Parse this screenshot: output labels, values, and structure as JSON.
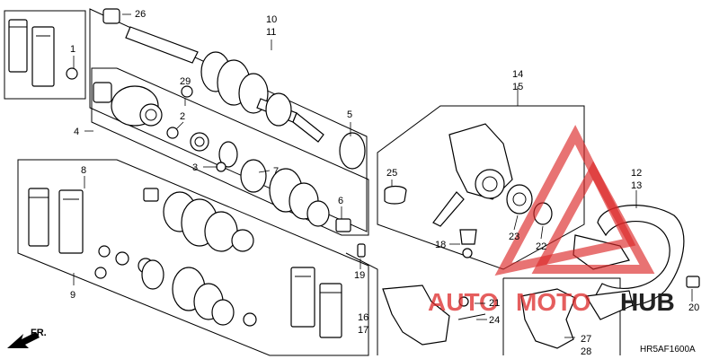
{
  "diagram": {
    "code": "HR5AF1600A",
    "direction_label": "FR.",
    "watermark": {
      "part1": "AUTO",
      "part2": "MOTO",
      "part3": "HUB",
      "color_main": "#e02a2a",
      "color_accent": "#111111"
    },
    "callouts": [
      {
        "id": "c1",
        "text": "1"
      },
      {
        "id": "c2",
        "text": "2"
      },
      {
        "id": "c3",
        "text": "3"
      },
      {
        "id": "c4",
        "text": "4"
      },
      {
        "id": "c5",
        "text": "5"
      },
      {
        "id": "c6",
        "text": "6"
      },
      {
        "id": "c7",
        "text": "7"
      },
      {
        "id": "c8",
        "text": "8"
      },
      {
        "id": "c9",
        "text": "9"
      },
      {
        "id": "c10",
        "text": "10"
      },
      {
        "id": "c11",
        "text": "11"
      },
      {
        "id": "c12",
        "text": "12"
      },
      {
        "id": "c13",
        "text": "13"
      },
      {
        "id": "c14",
        "text": "14"
      },
      {
        "id": "c15",
        "text": "15"
      },
      {
        "id": "c16",
        "text": "16"
      },
      {
        "id": "c17",
        "text": "17"
      },
      {
        "id": "c18",
        "text": "18"
      },
      {
        "id": "c19",
        "text": "19"
      },
      {
        "id": "c20",
        "text": "20"
      },
      {
        "id": "c21",
        "text": "21"
      },
      {
        "id": "c22",
        "text": "22"
      },
      {
        "id": "c23",
        "text": "23"
      },
      {
        "id": "c24",
        "text": "24"
      },
      {
        "id": "c25",
        "text": "25"
      },
      {
        "id": "c26",
        "text": "26"
      },
      {
        "id": "c27",
        "text": "27"
      },
      {
        "id": "c28",
        "text": "28"
      },
      {
        "id": "c29",
        "text": "29"
      }
    ]
  }
}
